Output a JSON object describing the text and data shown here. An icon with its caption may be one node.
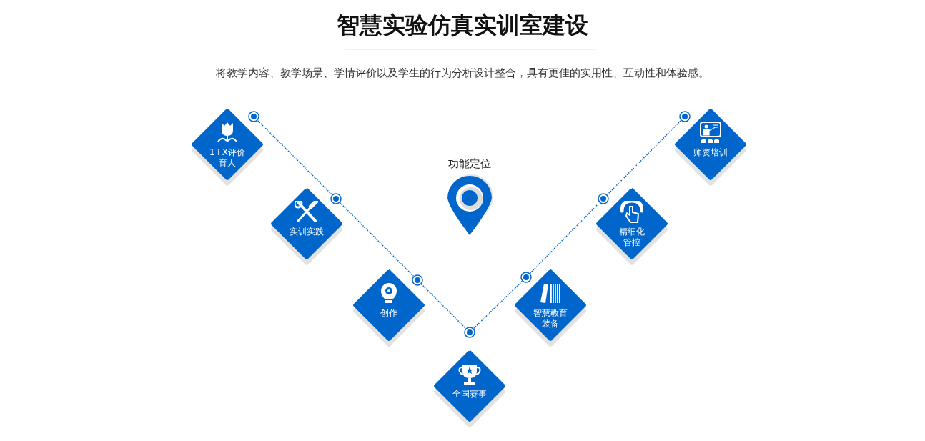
{
  "diagram": {
    "title": "智慧实验仿真实训室建设",
    "caption": "将教学内容、教学场景、学情评价以及学生的行为分析设计整合，具有更佳的实用性、互动性和体验感。",
    "nodes": [
      {
        "text": [
          "功能定位"
        ]
      },
      {
        "text": [
          "1+X评价育人"
        ]
      },
      {
        "text": [
          "实训实践"
        ]
      },
      {
        "text": [
          "创作"
        ]
      },
      {
        "text": [
          "全国赛事"
        ]
      },
      {
        "text": [
          "智慧教育装备"
        ]
      },
      {
        "text": [
          "精细化管控"
        ]
      },
      {
        "text": [
          "师资培训"
        ]
      },
      {
        "text": [],
        "shape": "circle"
      },
      {
        "text": [],
        "shape": "circle"
      },
      {
        "text": [],
        "shape": "circle"
      },
      {
        "text": [],
        "shape": "circle"
      },
      {
        "text": [],
        "shape": "circle"
      },
      {
        "text": [],
        "shape": "circle"
      },
      {
        "text": [],
        "shape": "circle"
      }
    ],
    "edges": [
      {
        "from": 8,
        "to": 9,
        "arrow": "none",
        "style": "dashed"
      },
      {
        "from": 9,
        "to": 10,
        "arrow": "none",
        "style": "dashed"
      },
      {
        "from": 10,
        "to": 11,
        "arrow": "none",
        "style": "dashed"
      },
      {
        "from": 11,
        "to": 12,
        "arrow": "none",
        "style": "dashed"
      },
      {
        "from": 12,
        "to": 13,
        "arrow": "none",
        "style": "dashed"
      },
      {
        "from": 13,
        "to": 14,
        "arrow": "none",
        "style": "dashed"
      }
    ]
  }
}
